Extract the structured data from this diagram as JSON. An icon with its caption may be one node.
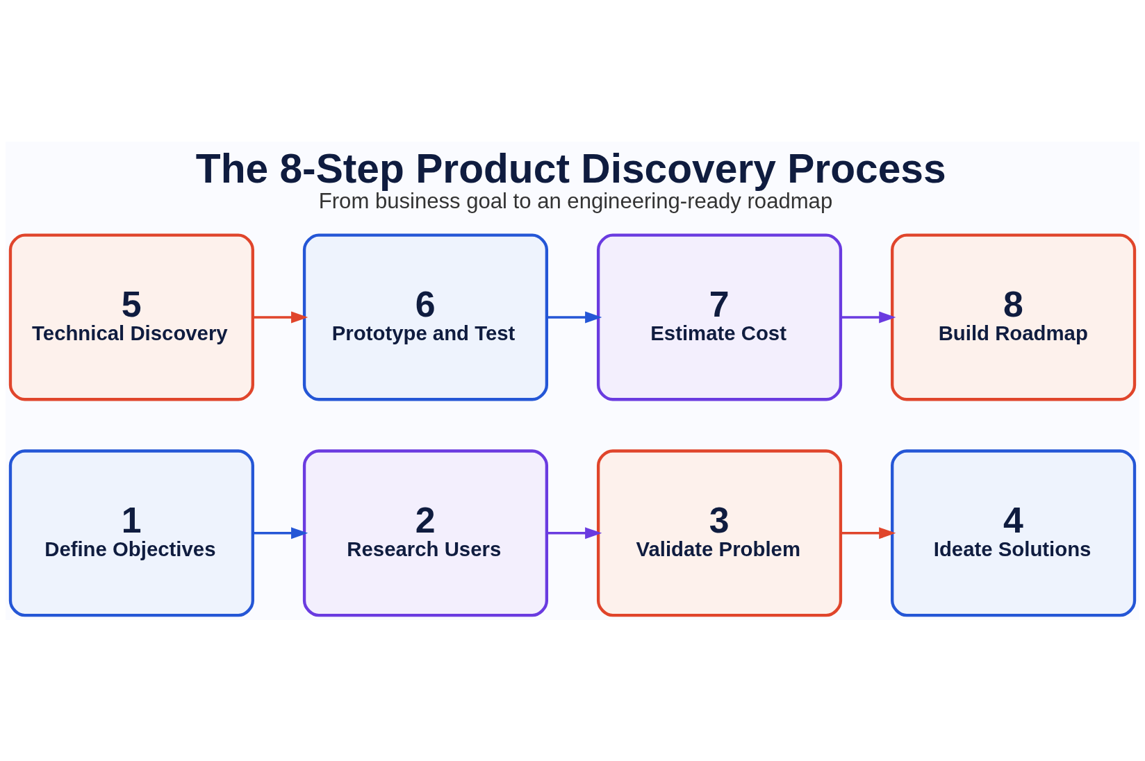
{
  "diagram": {
    "title": "The 8-Step Product Discovery Process",
    "caption": "From business goal to an engineering-ready roadmap",
    "nodes": [
      {
        "text": [
          "1",
          "Define Objectives"
        ]
      },
      {
        "text": [
          "2",
          "Research Users"
        ]
      },
      {
        "text": [
          "3",
          "Validate Problem"
        ]
      },
      {
        "text": [
          "4",
          "Ideate Solutions"
        ]
      },
      {
        "text": [
          "5",
          "Technical Discovery"
        ]
      },
      {
        "text": [
          "6",
          "Prototype and Test"
        ]
      },
      {
        "text": [
          "7",
          "Estimate Cost"
        ]
      },
      {
        "text": [
          "8",
          "Build Roadmap"
        ]
      }
    ],
    "edges": [
      {
        "from": 0,
        "to": 1,
        "arrow": "to",
        "color": "#2456d6"
      },
      {
        "from": 1,
        "to": 2,
        "arrow": "to",
        "color": "#6a3be0"
      },
      {
        "from": 2,
        "to": 3,
        "arrow": "to",
        "color": "#e0452b"
      },
      {
        "from": 4,
        "to": 5,
        "arrow": "to",
        "color": "#e0452b"
      },
      {
        "from": 5,
        "to": 6,
        "arrow": "to",
        "color": "#2456d6"
      },
      {
        "from": 6,
        "to": 7,
        "arrow": "to",
        "color": "#6a3be0"
      }
    ]
  }
}
